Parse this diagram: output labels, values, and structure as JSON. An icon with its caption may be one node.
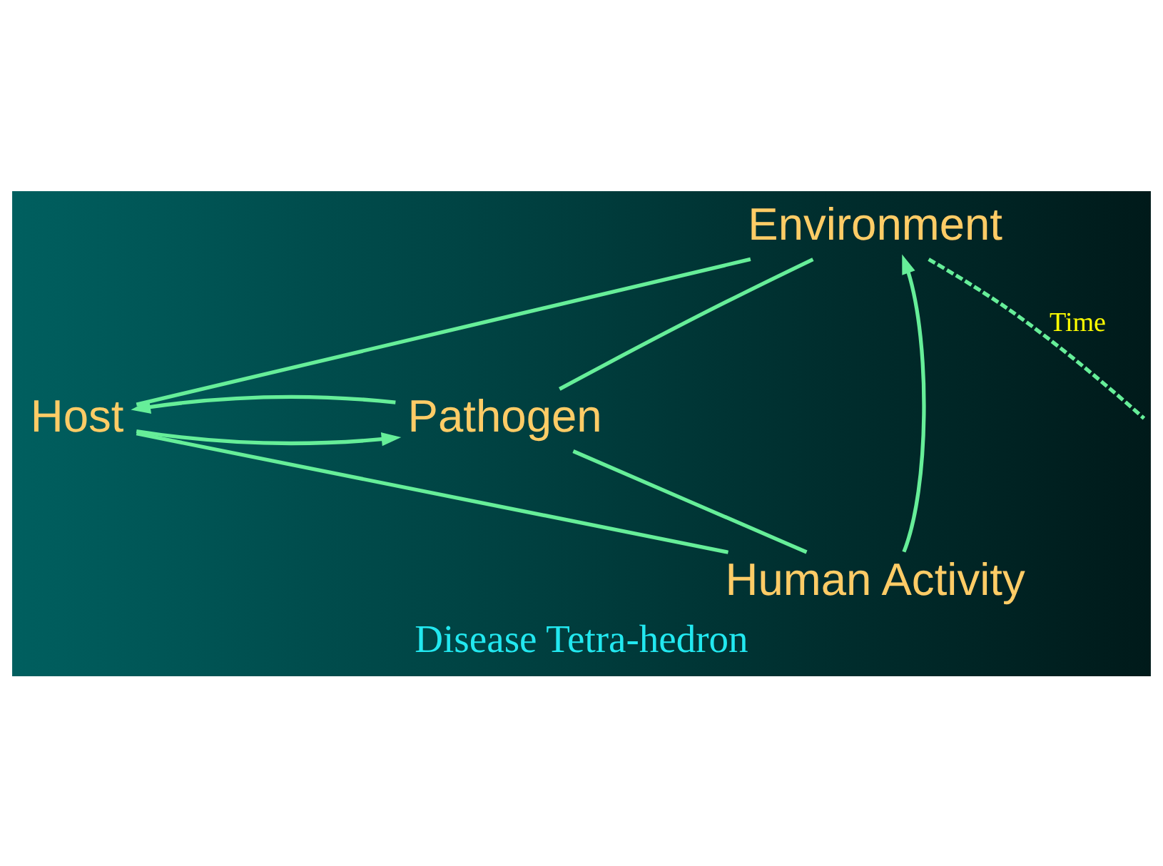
{
  "diagram": {
    "caption": "Disease Tetra-hedron",
    "nodes": [
      {
        "text": [
          "Environment"
        ]
      },
      {
        "text": [
          "Host"
        ]
      },
      {
        "text": [
          "Pathogen"
        ]
      },
      {
        "text": [
          "Human Activity"
        ]
      }
    ],
    "edges": [
      {
        "from": 0,
        "to": 1,
        "arrow": "none"
      },
      {
        "from": 0,
        "to": 2,
        "arrow": "none"
      },
      {
        "from": 3,
        "to": 0,
        "arrow": "to"
      },
      {
        "from": 0,
        "to": null,
        "arrow": "none",
        "style": "dashed",
        "label": "Time"
      },
      {
        "from": 1,
        "to": 2,
        "arrow": "to"
      },
      {
        "from": 2,
        "to": 1,
        "arrow": "to"
      },
      {
        "from": 1,
        "to": 3,
        "arrow": "none"
      },
      {
        "from": 2,
        "to": 3,
        "arrow": "none"
      }
    ]
  }
}
